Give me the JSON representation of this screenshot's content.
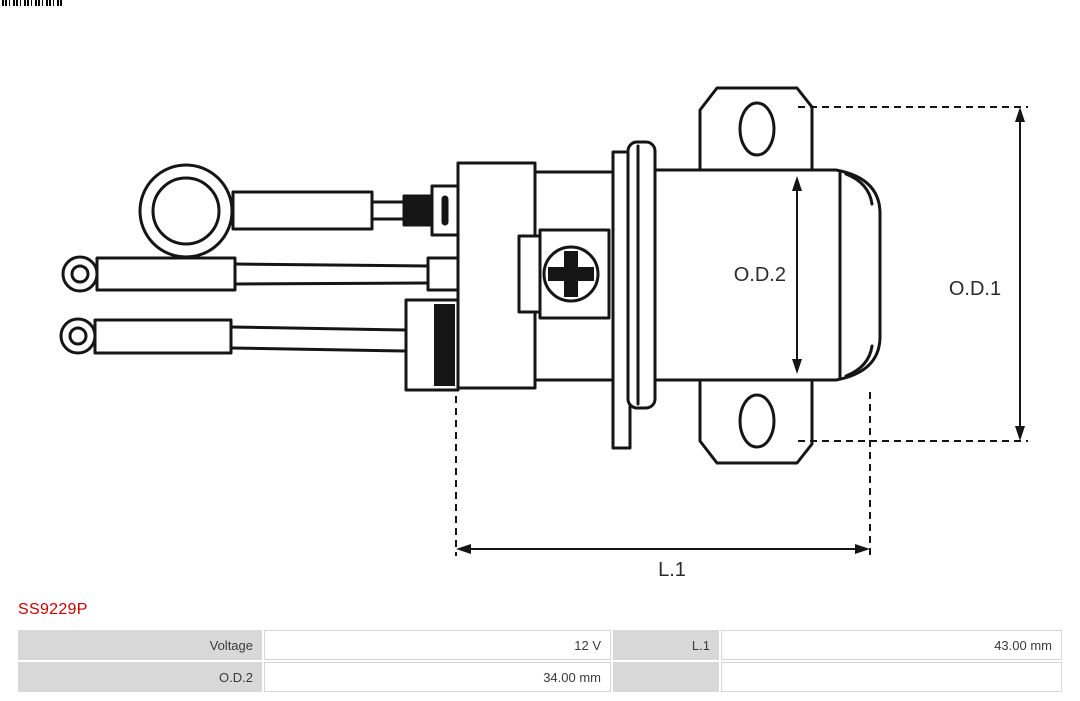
{
  "part_number": "SS9229P",
  "diagram": {
    "labels": {
      "od1": "O.D.1",
      "od2": "O.D.2",
      "l1": "L.1"
    }
  },
  "spec_table": {
    "rows": [
      {
        "c0": "Voltage",
        "c1": "12 V",
        "c2": "L.1",
        "c3": "43.00 mm"
      },
      {
        "c0": "O.D.2",
        "c1": "34.00 mm",
        "c2": "",
        "c3": ""
      }
    ]
  },
  "colors": {
    "part_number_red": "#cc0000",
    "drawing_line": "#151515",
    "table_label_bg": "#d8d8d8",
    "table_border": "#d6d6d6"
  }
}
